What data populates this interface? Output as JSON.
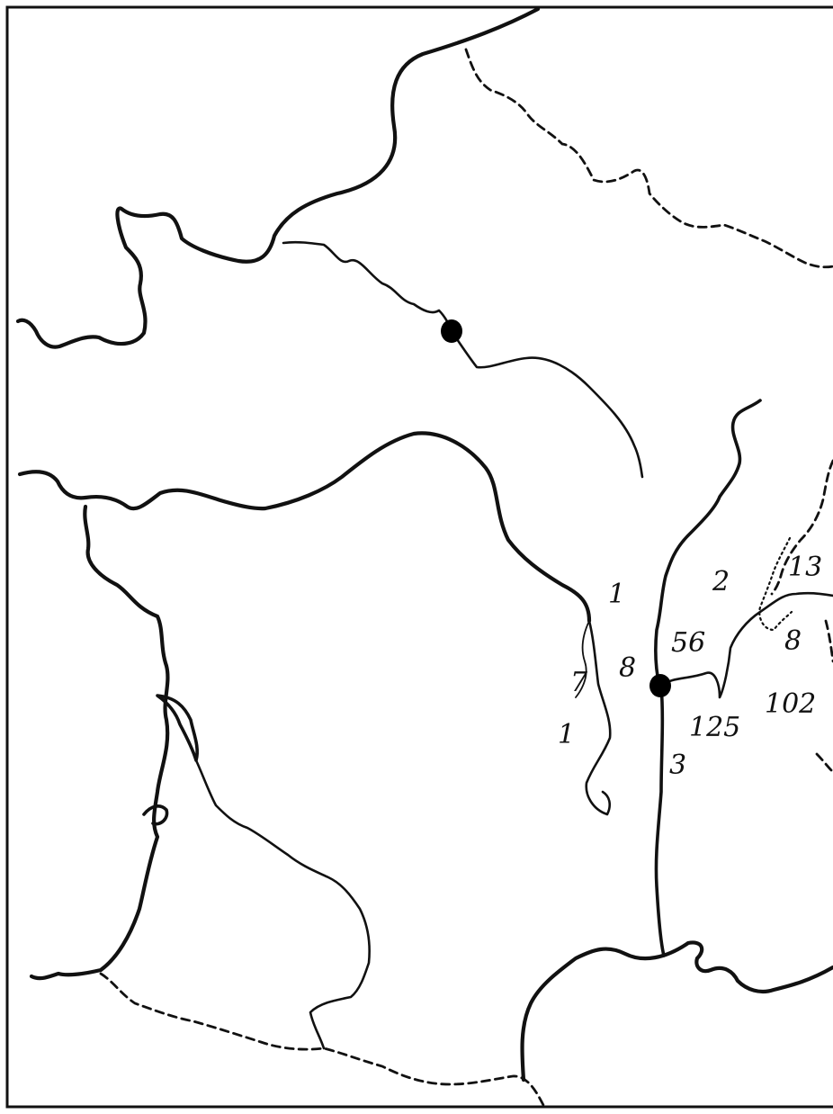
{
  "map": {
    "colors": {
      "ink": "#111111",
      "paper": "#ffffff"
    },
    "labels": {
      "n1a": "1",
      "n2": "2",
      "n13": "13",
      "n56": "56",
      "n8b": "8",
      "n7": "7",
      "n8a": "8",
      "n102": "102",
      "n1b": "1",
      "n125": "125",
      "n3": "3"
    },
    "cities": [
      "city-marker-paris",
      "city-marker-lyon"
    ]
  }
}
